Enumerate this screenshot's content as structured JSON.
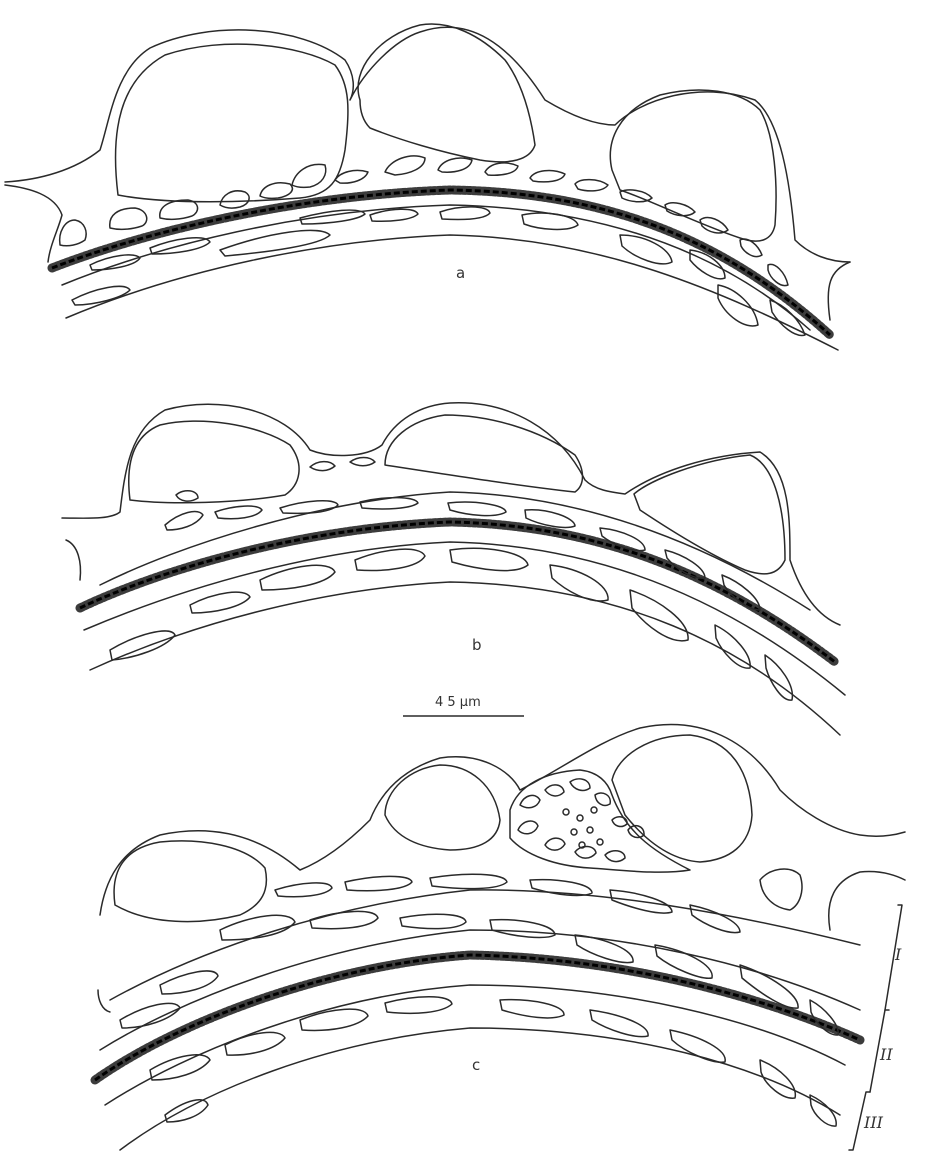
{
  "panels": [
    {
      "label": "a"
    },
    {
      "label": "b"
    },
    {
      "label": "c"
    }
  ],
  "scale_bar": {
    "label": "4 5 µm"
  },
  "layers": [
    {
      "label": "I"
    },
    {
      "label": "II"
    },
    {
      "label": "III"
    }
  ],
  "colors": {
    "ink": "#2a2a2a",
    "background": "#ffffff"
  }
}
